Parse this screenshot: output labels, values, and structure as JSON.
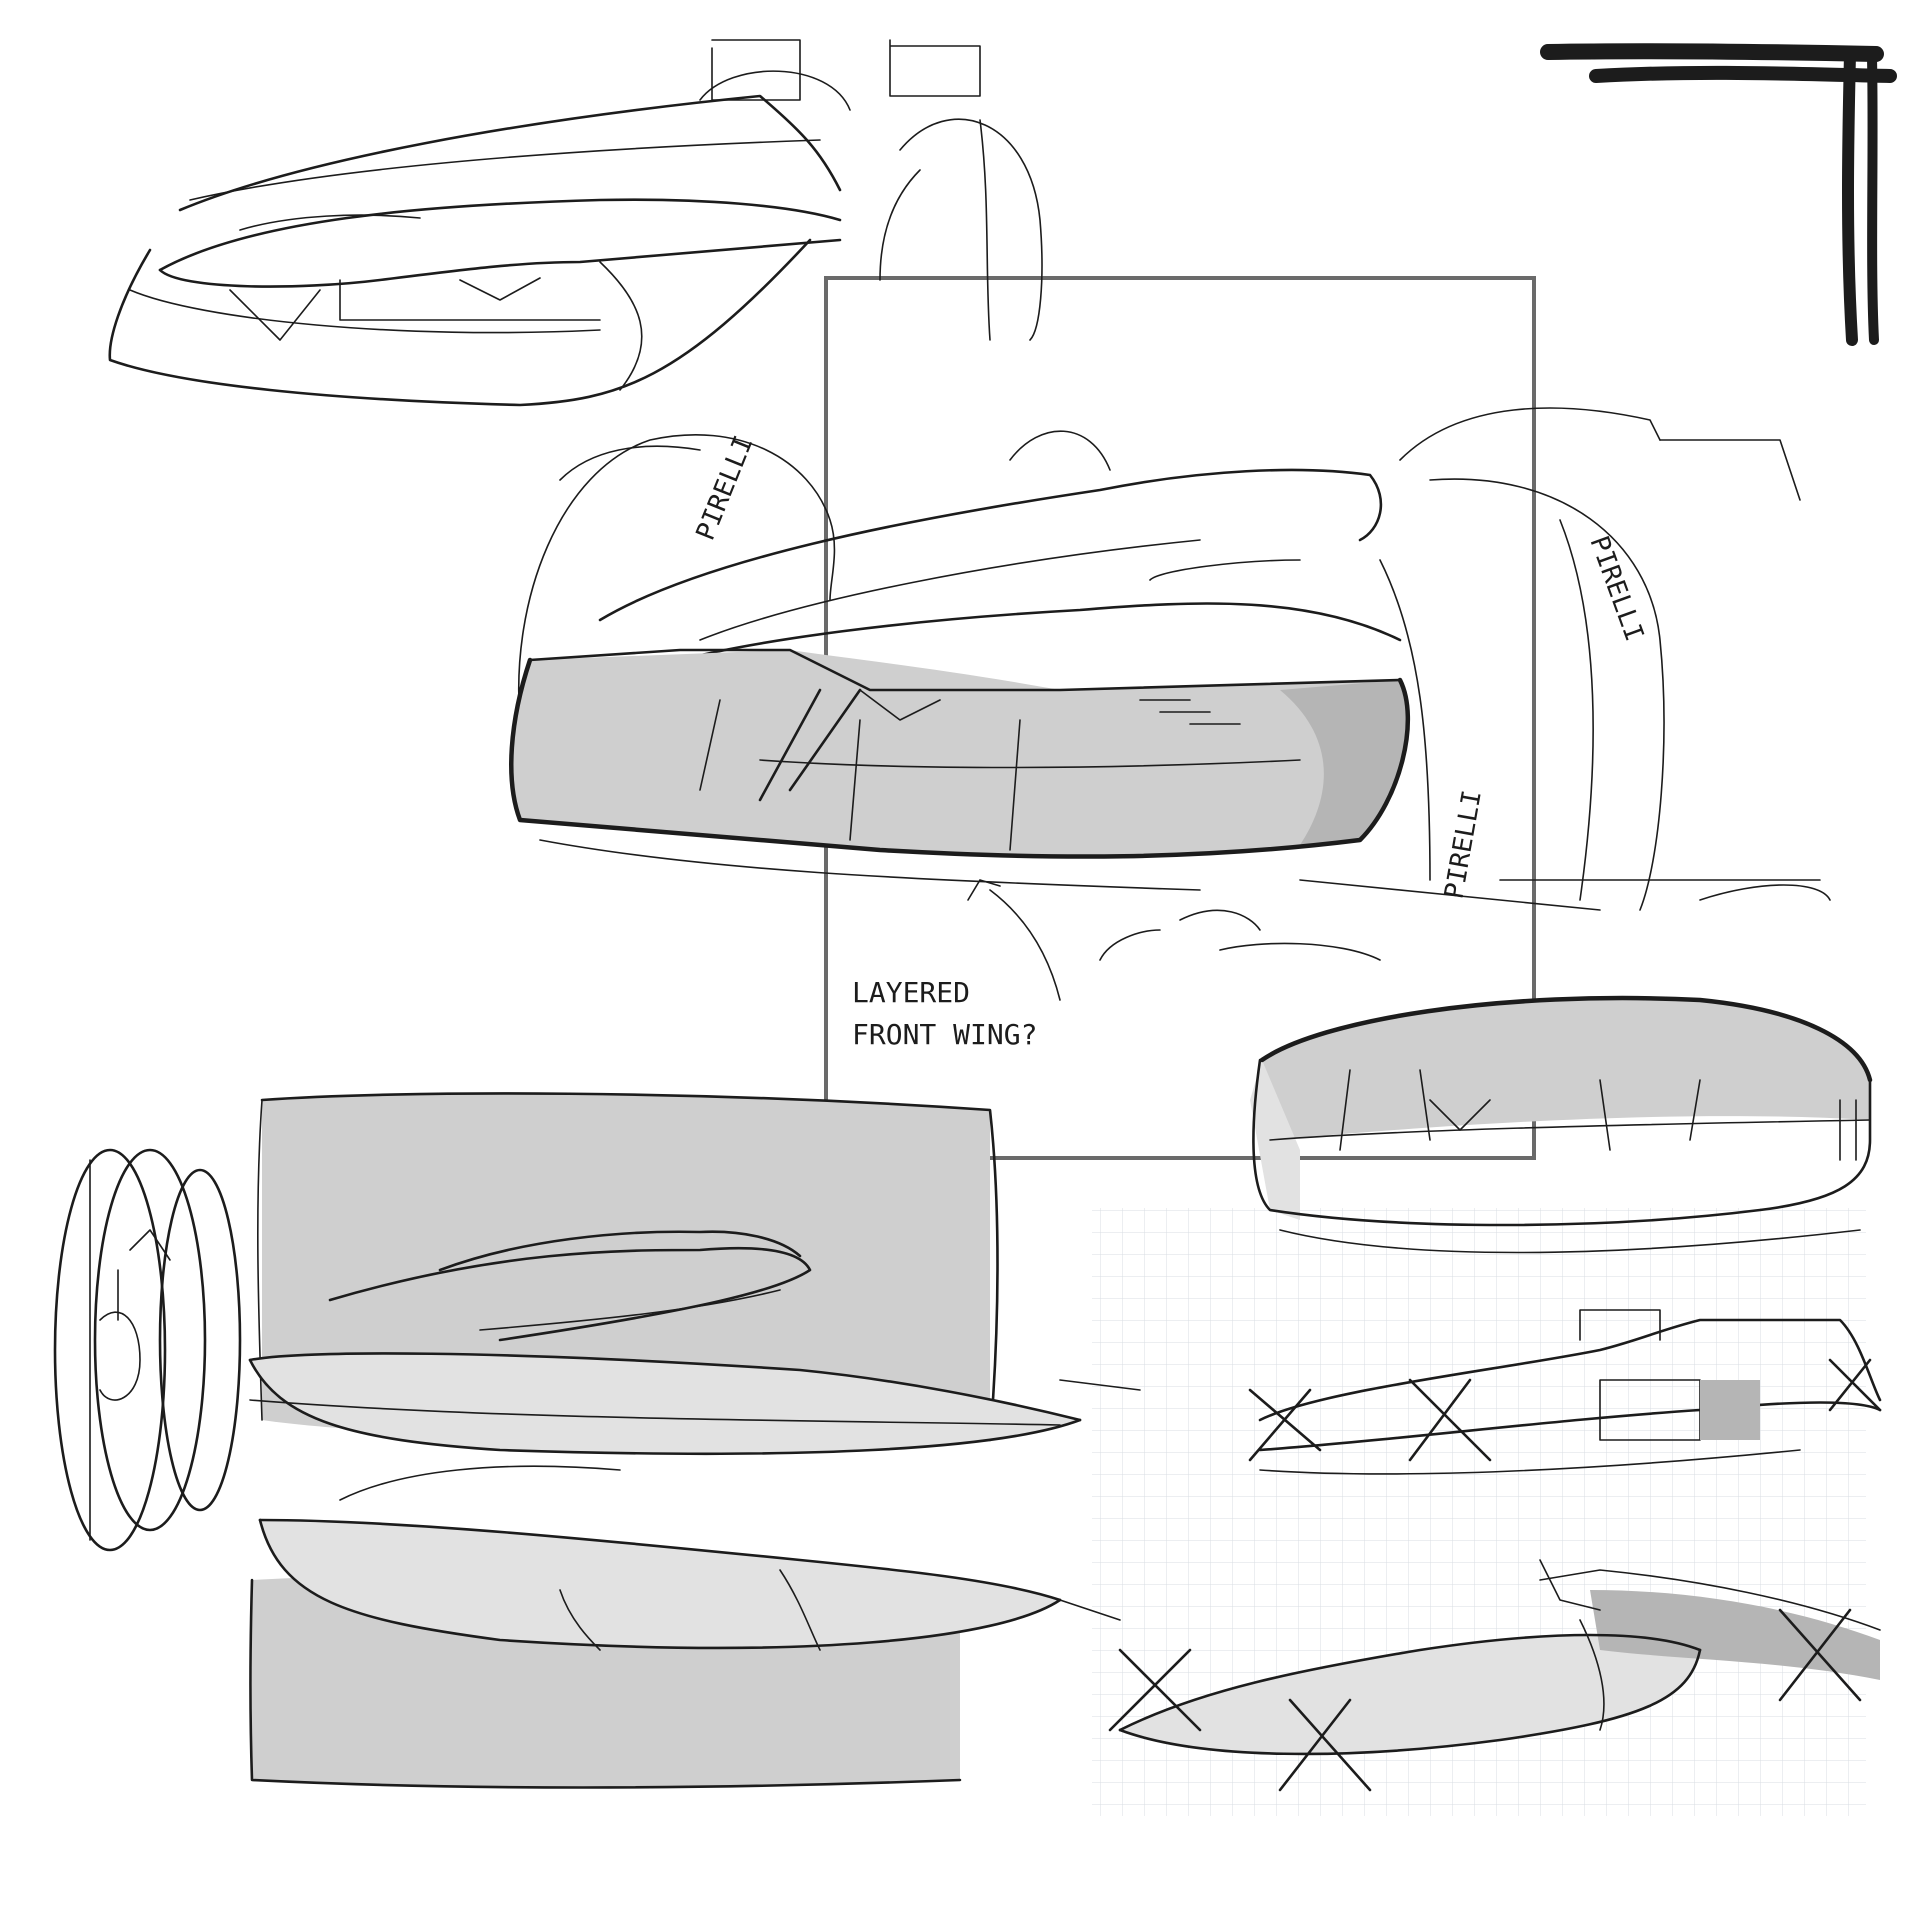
{
  "annotations": {
    "wing_note_line1": "LAYERED",
    "wing_note_line2": "FRONT WING?"
  },
  "tire_labels": {
    "left_tire": "PIRELLI",
    "right_tire_upper": "PIRELLI",
    "right_tire_lower": "PIRELLI"
  },
  "colors": {
    "ink": "#1c1c1c",
    "marker_shade": "#cfcfcf",
    "frame_stroke": "#6a6a6a",
    "grid_line": "#d9dde3",
    "paper": "#ffffff"
  },
  "icons": {
    "corner_mark": "marker-stroke-icon"
  }
}
